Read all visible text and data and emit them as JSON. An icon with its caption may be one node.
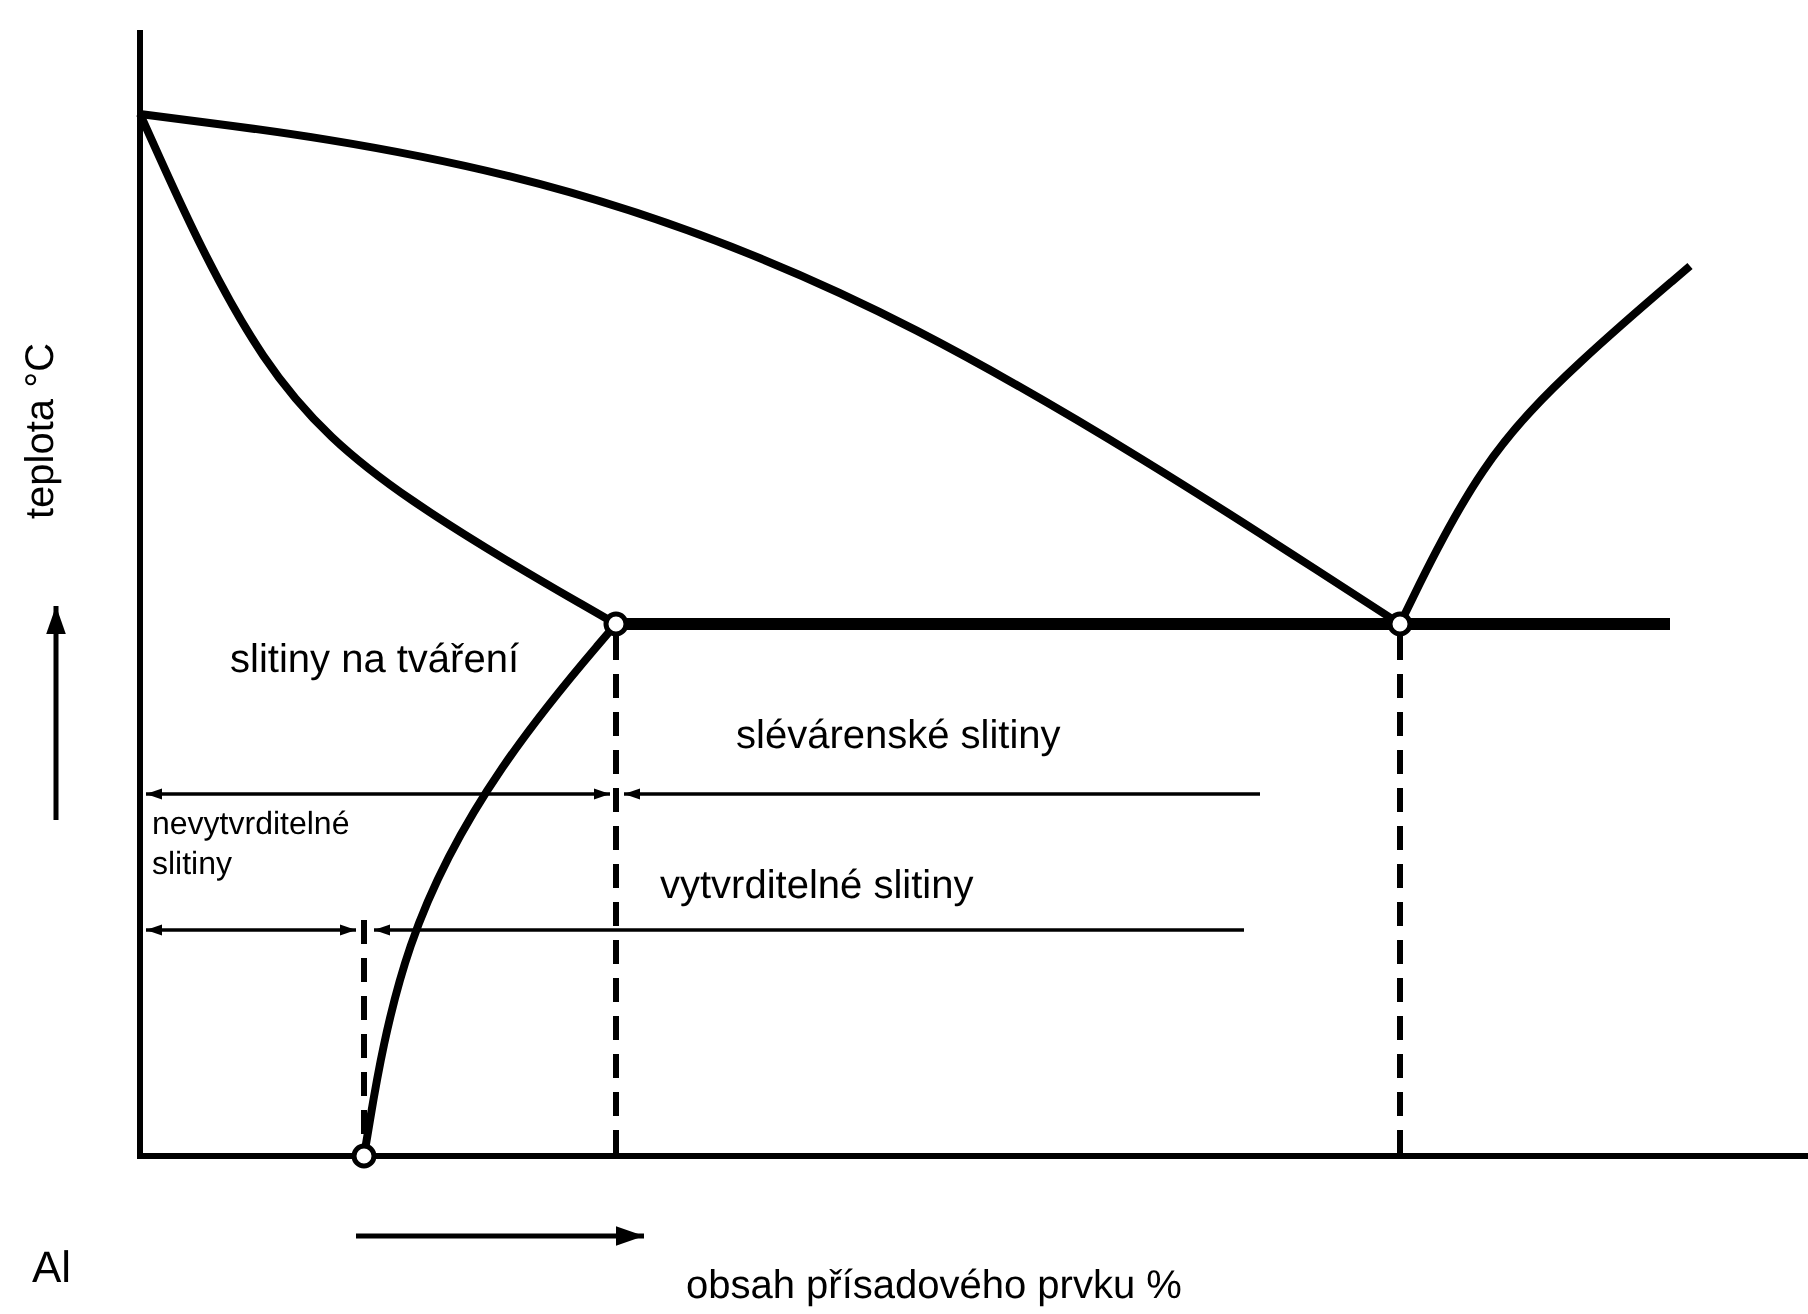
{
  "diagram": {
    "labels": [
      "teplota °C",
      "slitiny na tváření",
      "slévárenské slitiny",
      "nevytvrditelné slitiny",
      "vytvrditelné slitiny",
      "Al",
      "obsah přísadového prvku %"
    ]
  }
}
